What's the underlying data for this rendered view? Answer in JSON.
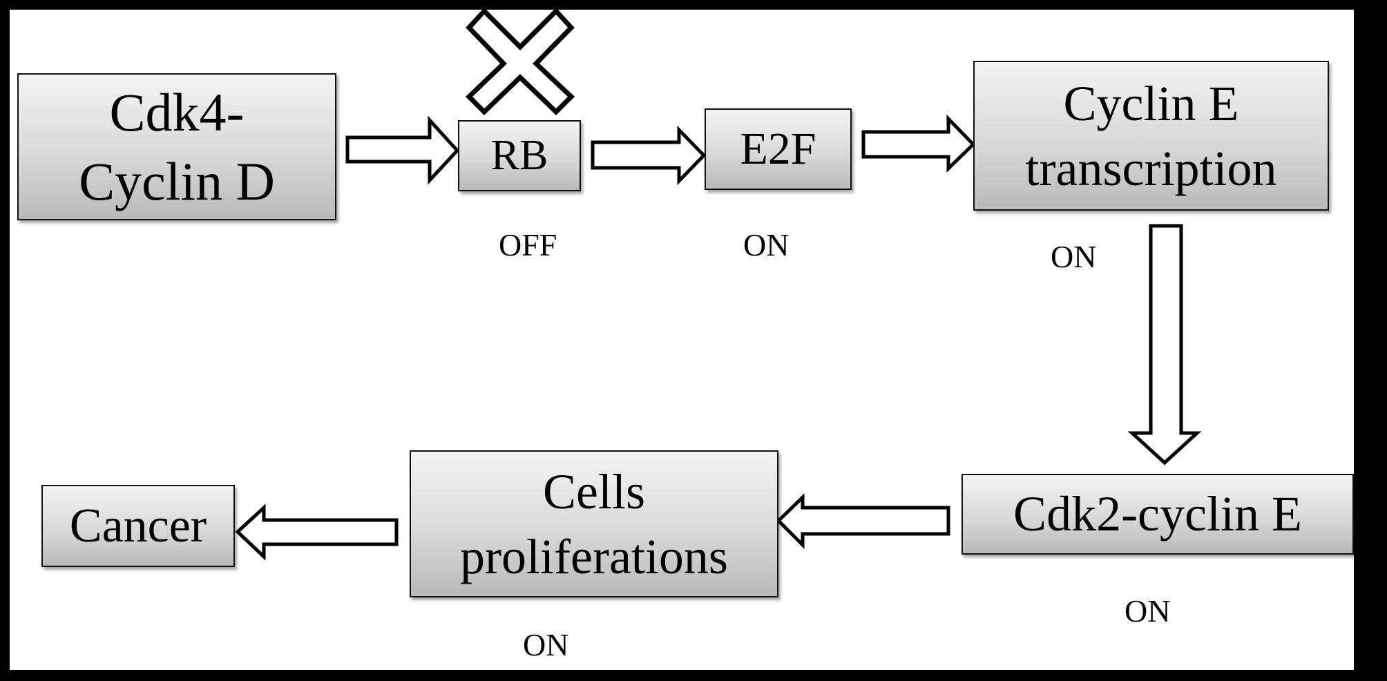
{
  "nodes": {
    "cdk4": "Cdk4-\nCyclin D",
    "rb": "RB",
    "e2f": "E2F",
    "cyclin_e_transcription": "Cyclin E\ntranscription",
    "cdk2": "Cdk2-cyclin E",
    "cells": "Cells\nproliferations",
    "cancer": "Cancer"
  },
  "states": {
    "rb": "OFF",
    "e2f": "ON",
    "cyclin_e_transcription": "ON",
    "cdk2": "ON",
    "cells": "ON"
  },
  "colors": {
    "background": "#000000",
    "panel": "#ffffff",
    "box_top": "#f3f3f3",
    "box_bottom": "#b9b9b9",
    "arrow_fill": "#ffffff",
    "stroke": "#000000"
  },
  "icons": {
    "rb_blocked": "x-mark-icon"
  }
}
